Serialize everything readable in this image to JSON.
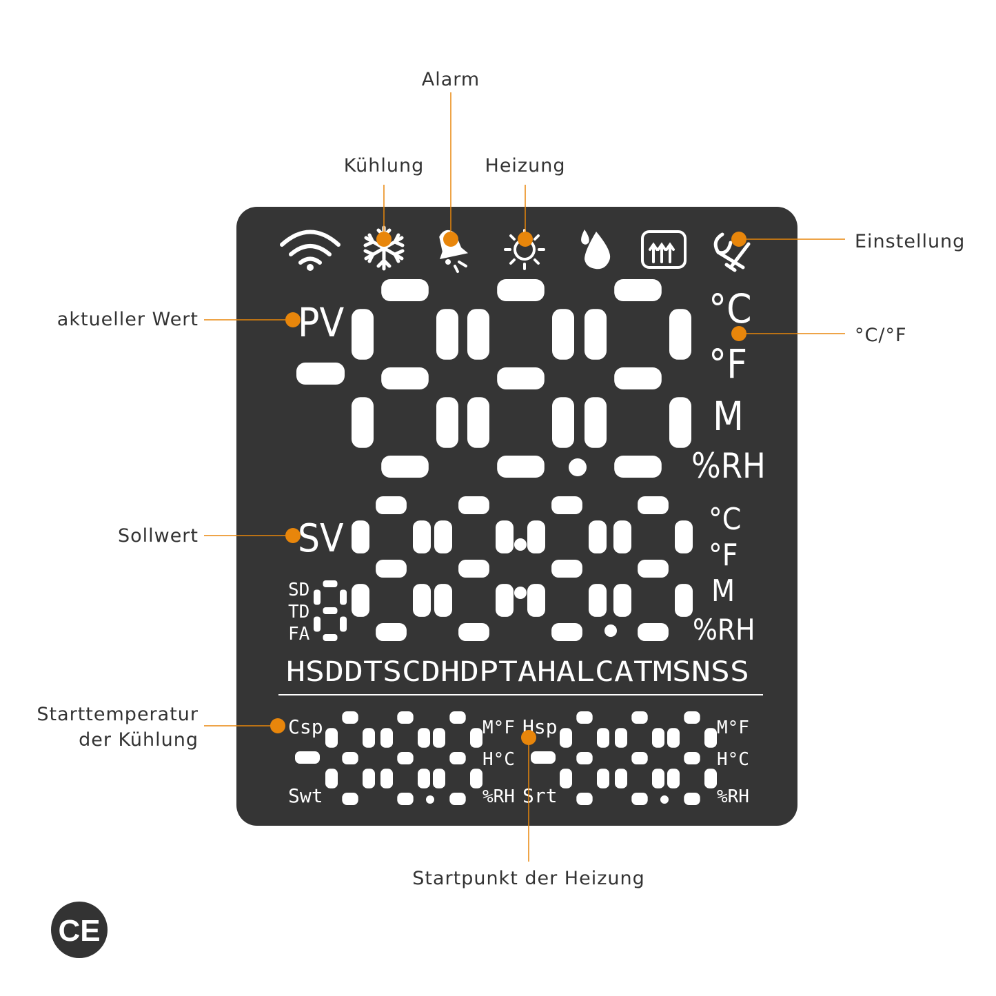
{
  "colors": {
    "panel": "#353535",
    "lcd": "#ffffff",
    "accent": "#e8860b",
    "text": "#333333"
  },
  "callouts": {
    "alarm": "Alarm",
    "cooling": "Kühlung",
    "heating": "Heizung",
    "setting": "Einstellung",
    "current_value": "aktueller Wert",
    "unit": "°C/°F",
    "setpoint": "Sollwert",
    "cooling_start_line1": "Starttemperatur",
    "cooling_start_line2": "der Kühlung",
    "heating_start": "Startpunkt der Heizung"
  },
  "icons": [
    "wifi-icon",
    "snowflake-icon",
    "bell-icon",
    "sun-icon",
    "humidity-drop-icon",
    "heater-icon",
    "wrench-icon"
  ],
  "display": {
    "pv_label": "PV",
    "sv_label": "SV",
    "pv_units": [
      "°C",
      "°F",
      "M",
      "%RH"
    ],
    "sv_units": [
      "°C",
      "°F",
      "M",
      "%RH"
    ],
    "sd": "SD",
    "td": "TD",
    "fa": "FA",
    "status_row": "HSDDTSCDHDPTAHALCATMSNSS",
    "csp": "Csp",
    "swt": "Swt",
    "hsp": "Hsp",
    "srt": "Srt",
    "bottom_left_units": [
      "M°F",
      "H°C",
      "%RH"
    ],
    "bottom_right_units": [
      "M°F",
      "H°C",
      "%RH"
    ],
    "minus": "-"
  },
  "ce_mark": "CE"
}
